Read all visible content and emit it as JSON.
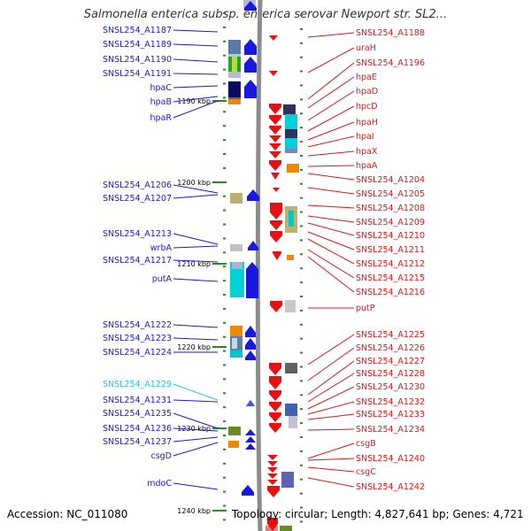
{
  "title": "Salmonella enterica subsp. enterica serovar Newport str. SL2...",
  "footer": {
    "accession": "Accession: NC_011080",
    "topology": "Topology: circular; Length: 4,827,641 bp; Genes: 4,721"
  },
  "colors": {
    "left_label": "#1a1acc",
    "left_label_highlight": "#30c0e0",
    "right_label": "#d81818",
    "backbone": "#8c8c8c",
    "forward_gene": "#1818e0",
    "reverse_gene": "#e81010",
    "tick": "#2a8a2a"
  },
  "ruler": [
    "1190 kbp",
    "1200 kbp",
    "1210 kbp",
    "1220 kbp",
    "1230 kbp",
    "1240 kbp"
  ],
  "left_labels": [
    "SNSL254_A1187",
    "SNSL254_A1189",
    "SNSL254_A1190",
    "SNSL254_A1191",
    "hpaC",
    "hpaB",
    "hpaR",
    "SNSL254_A1206",
    "SNSL254_A1207",
    "SNSL254_A1213",
    "wrbA",
    "SNSL254_A1217",
    "putA",
    "SNSL254_A1222",
    "SNSL254_A1223",
    "SNSL254_A1224",
    "SNSL254_A1229",
    "SNSL254_A1231",
    "SNSL254_A1235",
    "SNSL254_A1236",
    "SNSL254_A1237",
    "csgD",
    "mdoC"
  ],
  "right_labels": [
    "SNSL254_A1188",
    "uraH",
    "SNSL254_A1196",
    "hpaE",
    "hpaD",
    "hpcD",
    "hpaH",
    "hpaI",
    "hpaX",
    "hpaA",
    "SNSL254_A1204",
    "SNSL254_A1205",
    "SNSL254_A1208",
    "SNSL254_A1209",
    "SNSL254_A1210",
    "SNSL254_A1211",
    "SNSL254_A1212",
    "SNSL254_A1215",
    "SNSL254_A1216",
    "putP",
    "SNSL254_A1225",
    "SNSL254_A1226",
    "SNSL254_A1227",
    "SNSL254_A1228",
    "SNSL254_A1230",
    "SNSL254_A1232",
    "SNSL254_A1233",
    "SNSL254_A1234",
    "csgB",
    "SNSL254_A1240",
    "csgC",
    "SNSL254_A1242"
  ]
}
